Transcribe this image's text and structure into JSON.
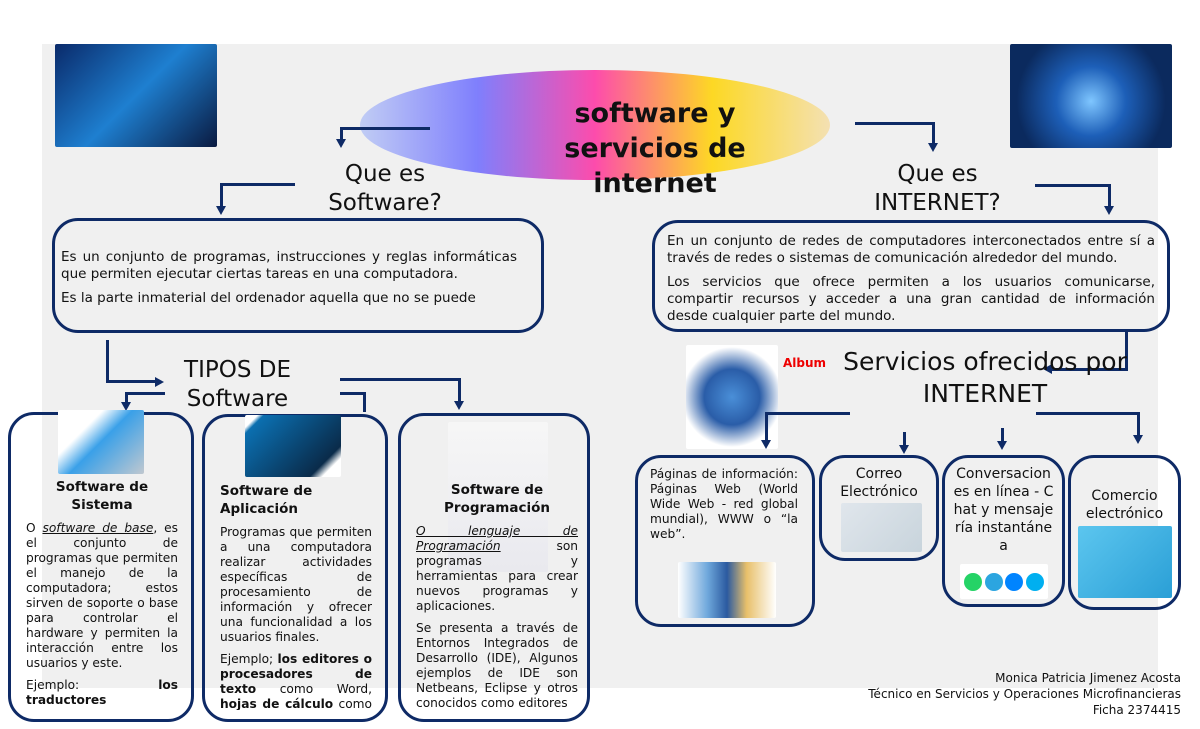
{
  "title": "software y servicios de internet",
  "left": {
    "question": "Que es Software?",
    "definition": [
      "Es un conjunto de programas, instrucciones y reglas informáticas que permiten ejecutar ciertas tareas en una computadora.",
      "Es la parte inmaterial del ordenador aquella que no se puede"
    ],
    "types_title": "TIPOS DE Software",
    "types": [
      {
        "title": "Software de Sistema",
        "intro": "O ",
        "intro_em": "software de base",
        "body": ", es el conjunto de programas que permiten el manejo de la computadora; estos sirven de soporte o base para controlar el hardware y permiten la interacción entre los usuarios y este.",
        "example_label": "Ejemplo: ",
        "example_bold": "los traductores"
      },
      {
        "title": "Software de Aplicación",
        "body": "Programas que permiten a una computadora realizar actividades específicas de procesamiento de información y ofrecer una funcionalidad a los usuarios finales.",
        "example_label": "Ejemplo; ",
        "example_bold": "los editores o procesadores de texto",
        "example_rest": " como Word, ",
        "example_bold2": "hojas de cálculo",
        "example_rest2": " como Excel."
      },
      {
        "title": "Software de Programación",
        "intro_em": "O lenguaje de Programación",
        "body": " son programas y herramientas para crear nuevos programas y aplicaciones.",
        "body2": "Se presenta a través de Entornos Integrados de Desarrollo (IDE), Algunos ejemplos de IDE son Netbeans, Eclipse y otros conocidos como editores"
      }
    ]
  },
  "right": {
    "question": "Que es INTERNET?",
    "definition": [
      "En un conjunto de redes de computadores interconectados entre sí a través de redes o sistemas de comunicación alrededor del mundo.",
      "Los servicios que ofrece permiten a los usuarios comunicarse, compartir recursos y acceder a una gran cantidad de información desde cualquier parte del mundo."
    ],
    "services_title": "Servicios ofrecidos por INTERNET",
    "overlay_label": "Album",
    "services": [
      {
        "label": "Páginas de información: Páginas Web (World Wide Web - red global mundial), WWW o “la web”."
      },
      {
        "label": "Correo Electrónico"
      },
      {
        "label": "Conversaciones en línea - Chat y mensajería instantánea"
      },
      {
        "label": "Comercio electrónico"
      }
    ]
  },
  "footer": {
    "name": "Monica Patricia Jimenez Acosta",
    "program": "Técnico en Servicios y Operaciones Microfinancieras",
    "ficha": "Ficha 2374415"
  },
  "colors": {
    "border": "#0e2a66",
    "panel": "#f0f0f0"
  }
}
